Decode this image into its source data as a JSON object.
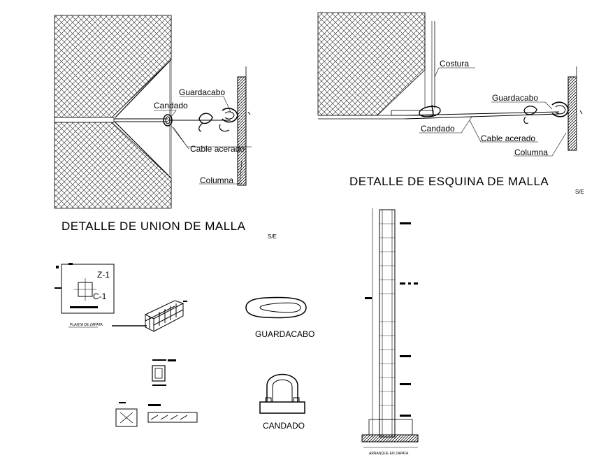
{
  "union_detail": {
    "title": "DETALLE DE UNION DE MALLA",
    "scale": "S/E",
    "labels": {
      "guardacabo": "Guardacabo",
      "candado": "Candado",
      "cable": "Cable acerado",
      "columna": "Columna"
    }
  },
  "corner_detail": {
    "title": "DETALLE DE ESQUINA DE MALLA",
    "scale": "S/E",
    "labels": {
      "costura": "Costura",
      "guardacabo": "Guardacabo",
      "candado": "Candado",
      "cable": "Cable acerado",
      "columna": "Columna"
    }
  },
  "footing_plan": {
    "zapata_label": "Z-1",
    "column_label": "C-1",
    "caption": "PLANTA DE ZAPATA"
  },
  "components": {
    "guardacabo_label": "GUARDACABO",
    "candado_label": "CANDADO"
  },
  "column_elevation": {
    "caption": "ARRANQUE EN ZAPATA"
  },
  "colors": {
    "line": "#000000",
    "hatch": "#222222",
    "background": "#ffffff"
  }
}
